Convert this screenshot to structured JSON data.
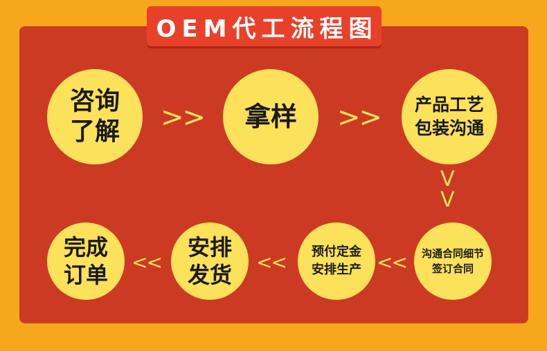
{
  "title": "OEM代工流程图",
  "colors": {
    "background": "#F7A71C",
    "panel": "#CC3A24",
    "tab": "#E8412A",
    "node": "#FCE15A",
    "text": "#1A1A1A"
  },
  "steps": [
    {
      "label": "咨询\n了解"
    },
    {
      "label": "拿样"
    },
    {
      "label": "产品工艺\n包装沟通"
    },
    {
      "label": "沟通合同细节\n签订合同"
    },
    {
      "label": "预付定金\n安排生产"
    },
    {
      "label": "安排\n发货"
    },
    {
      "label": "完成\n订单"
    }
  ],
  "arrows": {
    "right": ">>",
    "down": "V\nV",
    "left": "<<"
  }
}
